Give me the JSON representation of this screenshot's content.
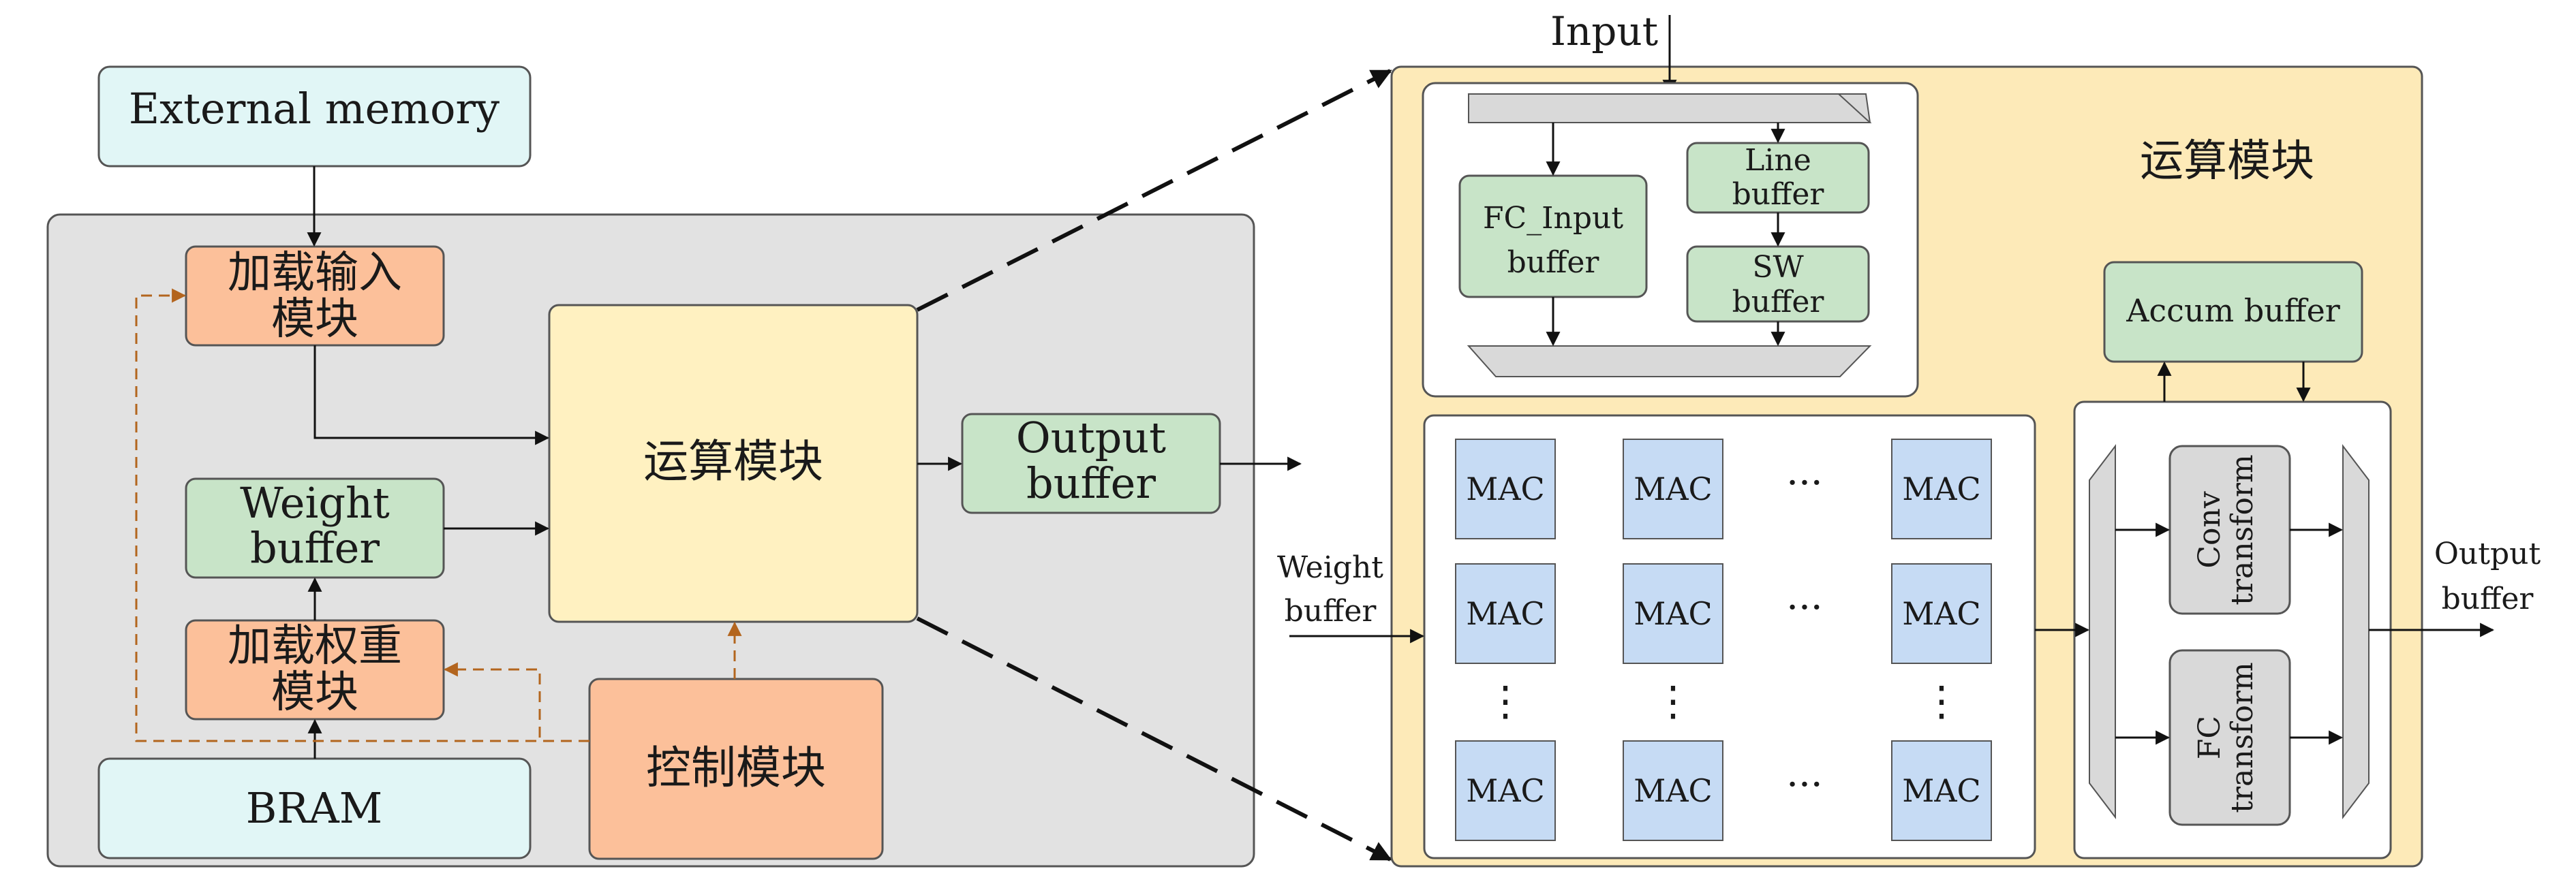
{
  "left_block": {
    "external_memory": "External memory",
    "load_input": [
      "加载输入",
      "模块"
    ],
    "weight_buffer": [
      "Weight",
      "buffer"
    ],
    "load_weight": [
      "加载权重",
      "模块"
    ],
    "bram": "BRAM",
    "compute": "运算模块",
    "output_buffer": [
      "Output",
      "buffer"
    ],
    "control": "控制模块"
  },
  "detail": {
    "input_label": "Input",
    "title": "运算模块",
    "fc_input_buffer": [
      "FC_Input",
      "buffer"
    ],
    "line_buffer": [
      "Line",
      "buffer"
    ],
    "sw_buffer": [
      "SW",
      "buffer"
    ],
    "accum_buffer": "Accum buffer",
    "weight_buffer_label": [
      "Weight",
      "buffer"
    ],
    "output_buffer_label": [
      "Output",
      "buffer"
    ],
    "mac": "MAC",
    "hdots": "···",
    "vdots": "⋮",
    "conv_transform": [
      "Conv",
      "transform"
    ],
    "fc_transform": [
      "FC",
      "transform"
    ]
  },
  "colors": {
    "gray_bg": "#e2e2e2",
    "yellow_bg": "#fdeab8",
    "light_yellow": "#fff1c1",
    "light_cyan": "#e1f6f6",
    "orange": "#fcc09a",
    "green": "#c8e4c8",
    "blue": "#c6dbf4",
    "gray_box": "#d9d9d9",
    "dashed_orange": "#b3651e"
  }
}
